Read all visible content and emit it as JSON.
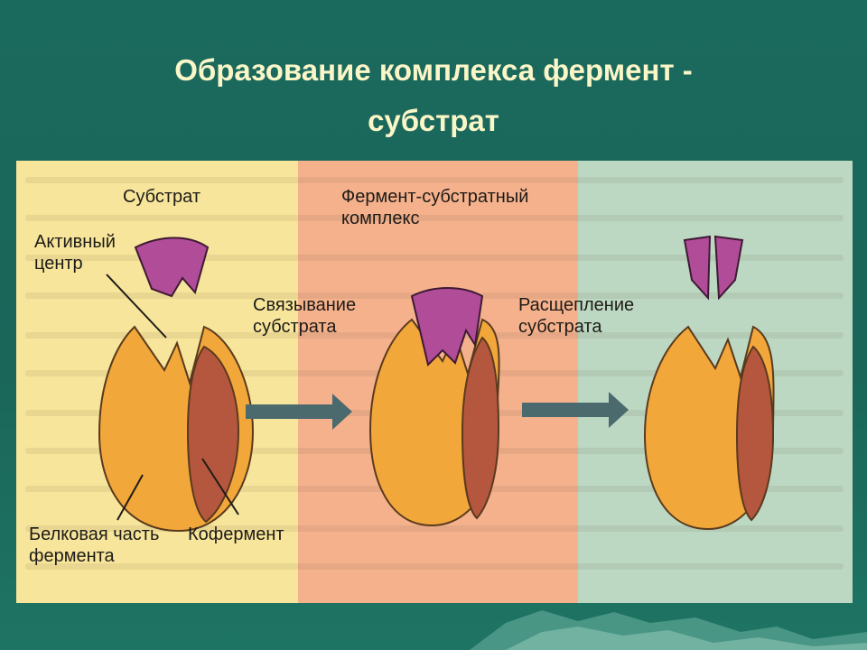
{
  "slide": {
    "title_line1": "Образование комплекса фермент -",
    "title_line2": "субстрат"
  },
  "diagram": {
    "labels": {
      "substrate": "Субстрат",
      "active_center_line1": "Активный",
      "active_center_line2": "центр",
      "protein_part_line1": "Белковая часть",
      "protein_part_line2": "фермента",
      "coenzyme": "Кофермент",
      "complex_line1": "Фермент-субстратный",
      "complex_line2": "комплекс",
      "binding_line1": "Связывание",
      "binding_line2": "субстрата",
      "cleavage_line1": "Расщепление",
      "cleavage_line2": "субстрата"
    },
    "colors": {
      "panel_1": "#f6e59a",
      "panel_2": "#f4b18c",
      "panel_3": "#bcd8c2",
      "enzyme": "#f2a73a",
      "coenzyme": "#b5573f",
      "substrate": "#b14c98",
      "arrow": "#4a6a6e"
    }
  }
}
